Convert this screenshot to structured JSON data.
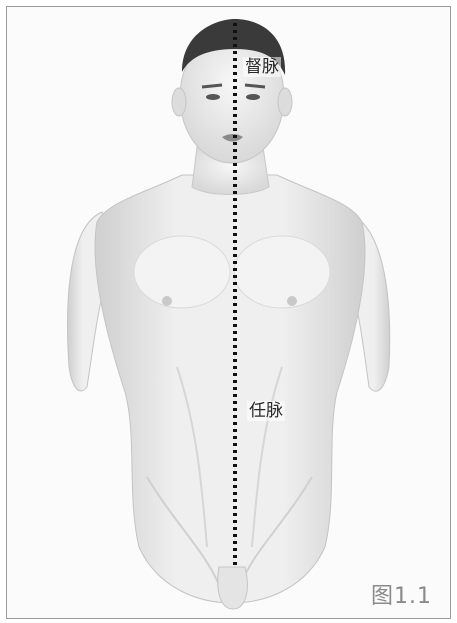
{
  "figure": {
    "labels": {
      "du_mai": "督脉",
      "ren_mai": "任脉"
    },
    "caption": "图1.1",
    "colors": {
      "skin_light": "#eeeeee",
      "skin_shade": "#cfcfcf",
      "hair": "#3a3a3a",
      "meridian_line": "#111111",
      "frame_border": "#9a9a9a"
    }
  }
}
